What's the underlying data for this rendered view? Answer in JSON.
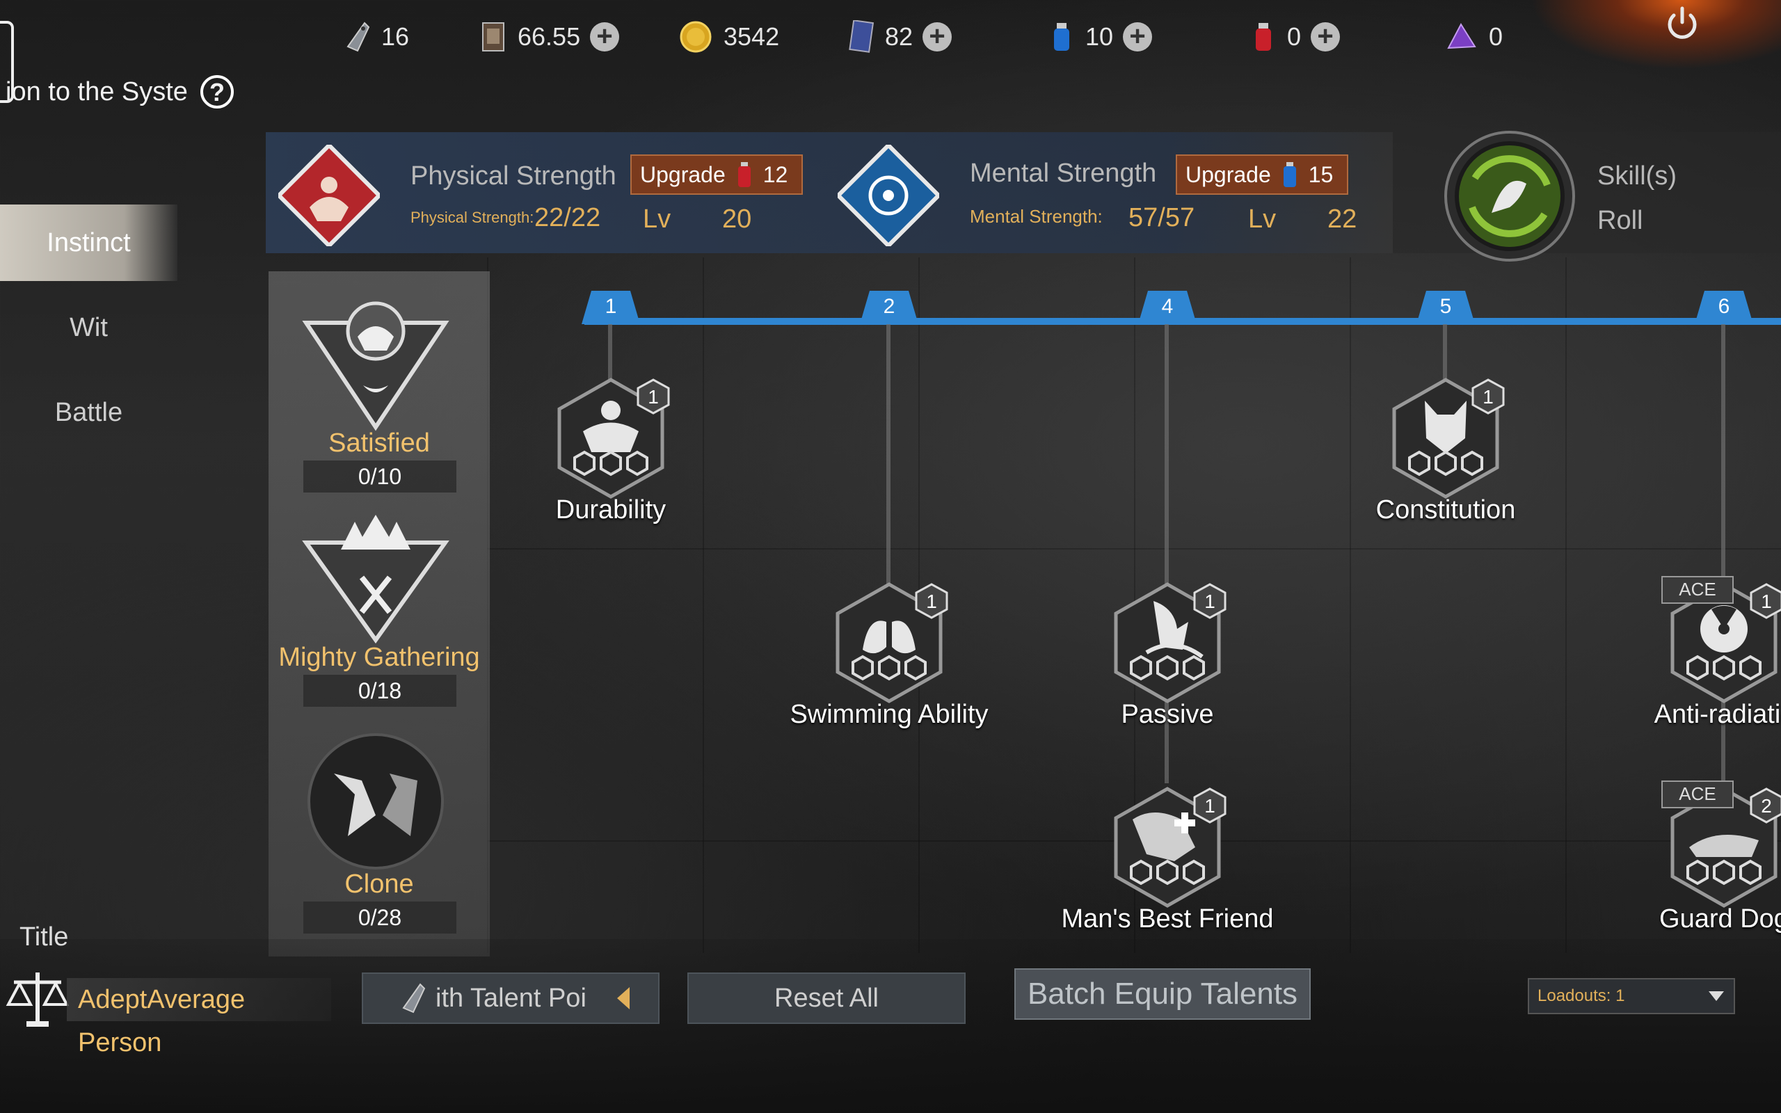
{
  "resources": [
    {
      "icon": "dogtag-icon",
      "value": "16",
      "has_plus": false
    },
    {
      "icon": "card-icon",
      "value": "66.55",
      "has_plus": true
    },
    {
      "icon": "gold-coin-icon",
      "value": "3542",
      "has_plus": false
    },
    {
      "icon": "crystal-card-icon",
      "value": "82",
      "has_plus": true
    },
    {
      "icon": "blue-potion-icon",
      "value": "10",
      "has_plus": true
    },
    {
      "icon": "red-potion-icon",
      "value": "0",
      "has_plus": true
    },
    {
      "icon": "purple-gem-icon",
      "value": "0",
      "has_plus": false
    }
  ],
  "page_title": "ion to the Syste",
  "help_label": "?",
  "nav": [
    {
      "label": "Instinct",
      "active": true
    },
    {
      "label": "Wit",
      "active": false
    },
    {
      "label": "Battle",
      "active": false
    }
  ],
  "physical": {
    "name": "Physical Strength",
    "upgrade_label": "Upgrade",
    "upgrade_cost": "12",
    "stat_label": "Physical Strength:",
    "stat_value": "22/22",
    "lv_label": "Lv",
    "lv_value": "20"
  },
  "mental": {
    "name": "Mental Strength",
    "upgrade_label": "Upgrade",
    "upgrade_cost": "15",
    "stat_label": "Mental Strength:",
    "stat_value": "57/57",
    "lv_label": "Lv",
    "lv_value": "22"
  },
  "skill": {
    "label": "Skill(s)",
    "name": "Roll"
  },
  "categories": [
    {
      "name": "Satisfied",
      "count": "0/10"
    },
    {
      "name": "Mighty Gathering",
      "count": "0/18"
    },
    {
      "name": "Clone",
      "count": "0/28"
    }
  ],
  "timeline": [
    "1",
    "2",
    "4",
    "5",
    "6"
  ],
  "talents": [
    {
      "name": "Durability",
      "badge": "1",
      "ace": false
    },
    {
      "name": "Constitution",
      "badge": "1",
      "ace": false
    },
    {
      "name": "Swimming Ability",
      "badge": "1",
      "ace": false
    },
    {
      "name": "Passive",
      "badge": "1",
      "ace": false
    },
    {
      "name": "Anti-radiatic",
      "badge": "1",
      "ace": true
    },
    {
      "name": "Man's Best Friend",
      "badge": "1",
      "ace": false
    },
    {
      "name": "Guard Dog",
      "badge": "2",
      "ace": true
    }
  ],
  "ace_label": "ACE",
  "bottom": {
    "title_label": "Title",
    "title_value": "AdeptAverage Person",
    "talent_points_label": "ith Talent Poi",
    "reset_label": "Reset All",
    "batch_label": "Batch Equip Talents",
    "loadouts_label": "Loadouts: 1"
  },
  "colors": {
    "accent_blue": "#2f86d2",
    "gold": "#e2b05a",
    "upgrade_bg": "#7a3a1d"
  }
}
